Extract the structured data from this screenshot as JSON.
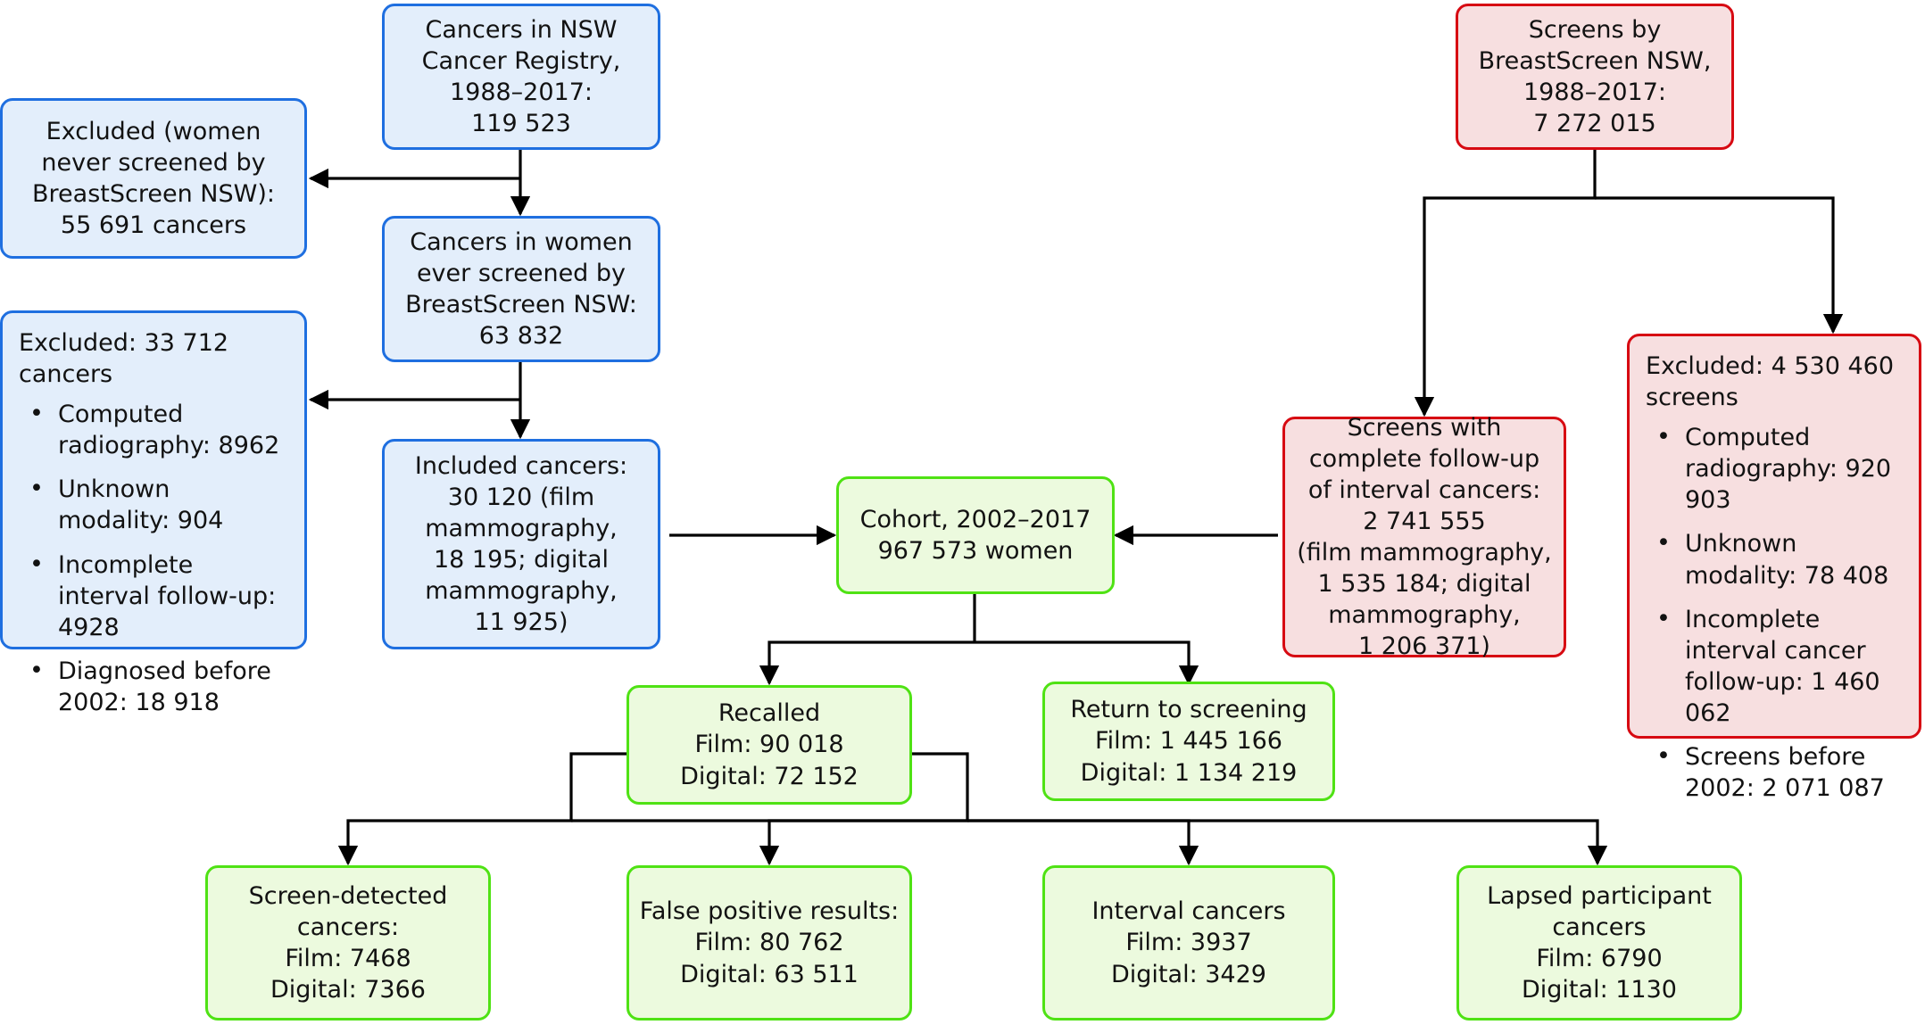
{
  "figure": {
    "type": "flowchart",
    "title": "Study flow diagram: cancers and screens, BreastScreen NSW 1988-2017"
  },
  "nodes": {
    "cancer_registry": {
      "label": "Cancers in NSW\nCancer Registry,\n1988–2017:\n119 523"
    },
    "excluded_never_screened": {
      "label": "Excluded (women\nnever screened by\nBreastScreen NSW):\n55 691 cancers"
    },
    "ever_screened": {
      "label": "Cancers in women\never screened by\nBreastScreen NSW:\n63 832"
    },
    "excluded_cancers": {
      "head": "Excluded: 33 712\ncancers",
      "bullets": [
        "Computed radiography: 8962",
        "Unknown modality: 904",
        "Incomplete interval follow-up: 4928",
        "Diagnosed before 2002: 18 918"
      ]
    },
    "included_cancers": {
      "label": "Included cancers:\n30 120 (film\nmammography,\n18 195; digital\nmammography,\n11 925)"
    },
    "screens_total": {
      "label": "Screens by\nBreastScreen NSW,\n1988–2017:\n7 272 015"
    },
    "screens_complete_followup": {
      "label": "Screens with\ncomplete follow-up\nof interval cancers:\n2 741 555\n(film  mammography,\n1 535 184; digital\nmammography,\n1 206 371)"
    },
    "excluded_screens": {
      "head": "Excluded: 4 530 460\nscreens",
      "bullets": [
        "Computed radiography: 920 903",
        "Unknown modality: 78 408",
        "Incomplete interval cancer follow-up: 1 460 062",
        "Screens before 2002: 2 071 087"
      ]
    },
    "cohort": {
      "label": "Cohort, 2002–2017\n967 573 women"
    },
    "recalled": {
      "label": "Recalled\nFilm: 90 018\nDigital: 72 152"
    },
    "return_to_screening": {
      "label": "Return to screening\nFilm: 1 445 166\nDigital: 1 134 219"
    },
    "screen_detected": {
      "label": "Screen-detected\ncancers:\nFilm: 7468\nDigital: 7366"
    },
    "false_positive": {
      "label": "False positive results:\nFilm: 80 762\nDigital: 63 511"
    },
    "interval_cancers": {
      "label": "Interval cancers\nFilm: 3937\nDigital: 3429"
    },
    "lapsed_participant": {
      "label": "Lapsed participant\ncancers\nFilm: 6790\nDigital: 1130"
    }
  },
  "colors": {
    "blue_fill": "#e3eefb",
    "blue_border": "#1f6fe0",
    "red_fill": "#f7dfe0",
    "red_border": "#d70a12",
    "green_fill": "#ecfade",
    "green_border": "#4fe214",
    "edge": "#000000",
    "text": "#121212"
  }
}
